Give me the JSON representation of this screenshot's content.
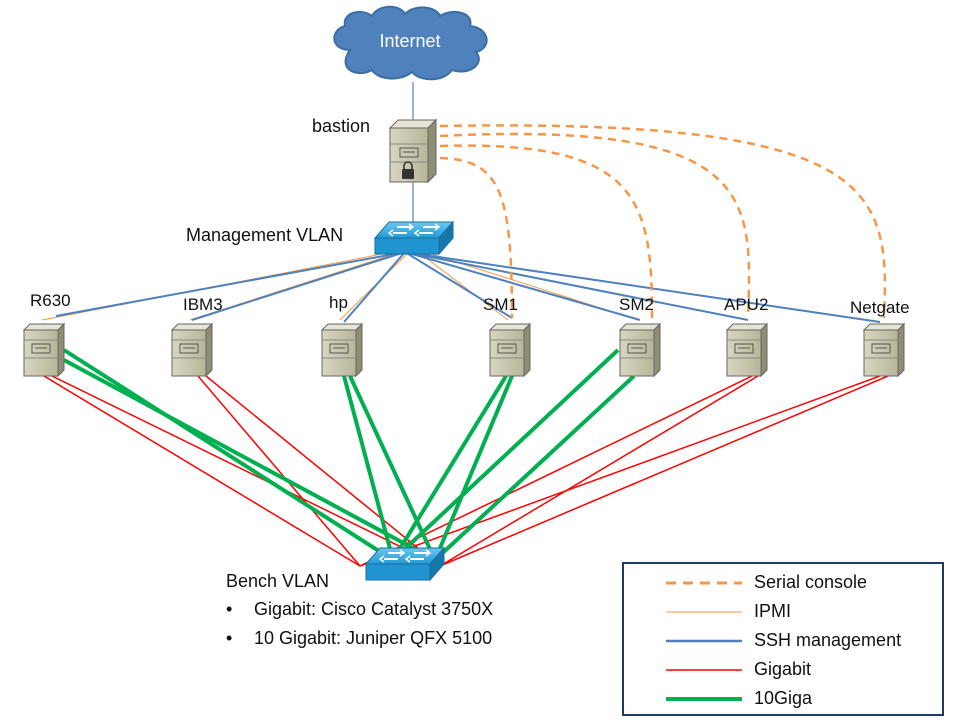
{
  "cloud": {
    "label": "Internet",
    "color": "#4f81bd"
  },
  "bastion": {
    "label": "bastion"
  },
  "management_vlan": {
    "label": "Management VLAN"
  },
  "servers": [
    {
      "id": "r630",
      "label": "R630"
    },
    {
      "id": "ibm3",
      "label": "IBM3"
    },
    {
      "id": "hp",
      "label": "hp"
    },
    {
      "id": "sm1",
      "label": "SM1"
    },
    {
      "id": "sm2",
      "label": "SM2"
    },
    {
      "id": "apu2",
      "label": "APU2"
    },
    {
      "id": "netgate",
      "label": "Netgate"
    }
  ],
  "bench": {
    "title": "Bench VLAN",
    "items": [
      "Gigabit: Cisco Catalyst 3750X",
      "10 Gigabit: Juniper QFX 5100"
    ]
  },
  "legend": [
    {
      "label": "Serial console",
      "color": "#f79646",
      "style": "dashed"
    },
    {
      "label": "IPMI",
      "color": "#f79646",
      "style": "thin"
    },
    {
      "label": "SSH management",
      "color": "#4f81bd",
      "style": "solid"
    },
    {
      "label": "Gigabit",
      "color": "#ff0000",
      "style": "solid"
    },
    {
      "label": "10Giga",
      "color": "#00b050",
      "style": "thick"
    }
  ]
}
